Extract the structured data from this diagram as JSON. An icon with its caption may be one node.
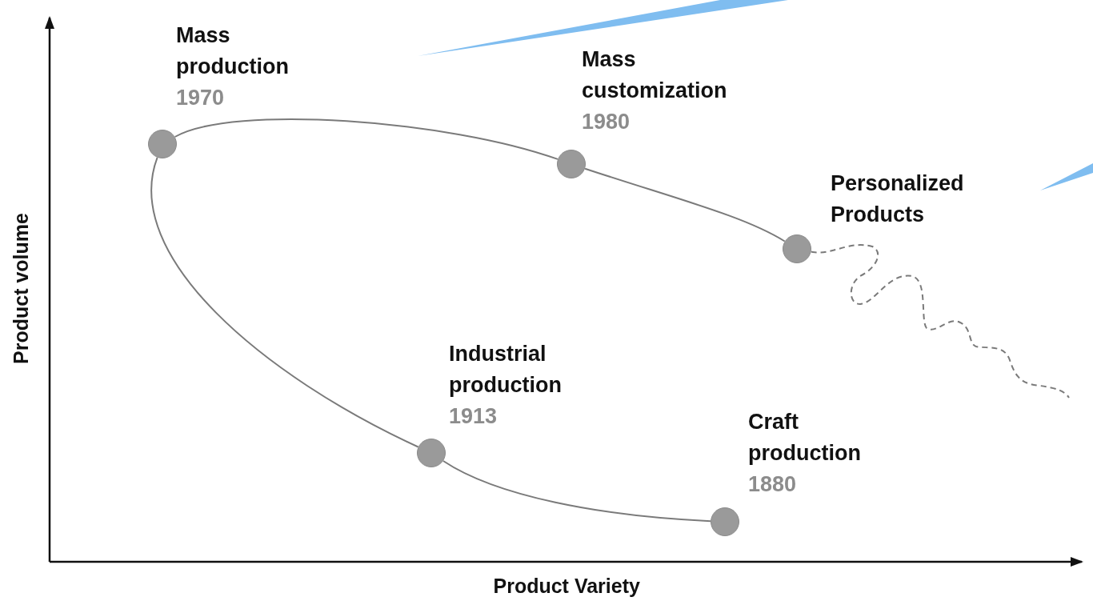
{
  "diagram": {
    "nodes": [
      {
        "text": [],
        "shape": "circle",
        "beside": [
          "Mass production",
          "1970"
        ]
      },
      {
        "text": [],
        "shape": "circle",
        "beside": [
          "Mass customization",
          "1980"
        ]
      },
      {
        "text": [],
        "shape": "circle",
        "beside": [
          "Personalized Products"
        ]
      },
      {
        "text": [],
        "shape": "circle",
        "beside": [
          "Industrial production",
          "1913"
        ]
      },
      {
        "text": [],
        "shape": "circle",
        "beside": [
          "Craft production",
          "1880"
        ]
      }
    ],
    "edges": [
      {
        "from": 4,
        "to": 3,
        "arrow": "none"
      },
      {
        "from": 3,
        "to": 0,
        "arrow": "none"
      },
      {
        "from": 0,
        "to": 1,
        "arrow": "none"
      },
      {
        "from": 1,
        "to": 2,
        "arrow": "none"
      },
      {
        "from": 2,
        "to": null,
        "arrow": "none",
        "style": "dashed"
      }
    ],
    "labels": [
      "Product volume",
      "Product Variety"
    ]
  }
}
